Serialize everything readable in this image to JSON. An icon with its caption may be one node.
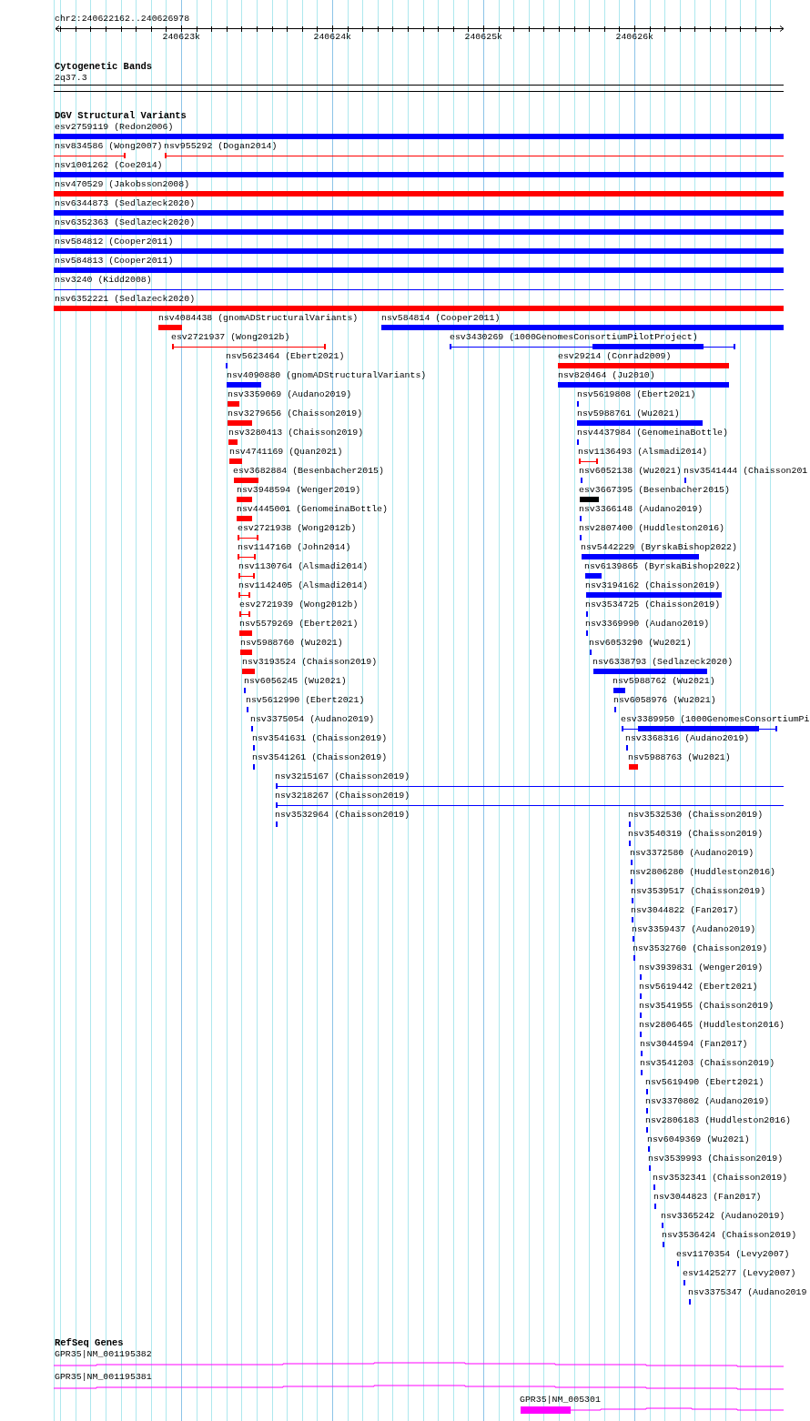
{
  "diagram": {
    "labels": [
      "chr2:240622162..240626978",
      "240623k",
      "240624k",
      "240625k",
      "240626k",
      "Cytogenetic Bands",
      "2q37.3",
      "DGV Structural Variants",
      "esv2759119 (Redon2006)",
      "nsv834586 (Wong2007)",
      "nsv955292 (Dogan2014)",
      "nsv1001262 (Coe2014)",
      "nsv470529 (Jakobsson2008)",
      "nsv6344873 (Sedlazeck2020)",
      "nsv6352363 (Sedlazeck2020)",
      "nsv584812 (Cooper2011)",
      "nsv584813 (Cooper2011)",
      "nsv3240 (Kidd2008)",
      "nsv6352221 (Sedlazeck2020)",
      "nsv4084438 (gnomADStructuralVariants)",
      "nsv584814 (Cooper2011)",
      "esv2721937 (Wong2012b)",
      "esv3430269 (1000GenomesConsortiumPilotProject)",
      "nsv5623464 (Ebert2021)",
      "esv29214 (Conrad2009)",
      "nsv4090880 (gnomADStructuralVariants)",
      "nsv820464 (Ju2010)",
      "nsv3359069 (Audano2019)",
      "nsv5619808 (Ebert2021)",
      "nsv3279656 (Chaisson2019)",
      "nsv5988761 (Wu2021)",
      "nsv3280413 (Chaisson2019)",
      "nsv4437984 (GenomeinaBottle)",
      "nsv4741169 (Quan2021)",
      "nsv1136493 (Alsmadi2014)",
      "esv3682884 (Besenbacher2015)",
      "nsv6052138 (Wu2021)",
      "nsv3541444 (Chaisson201",
      "nsv3948594 (Wenger2019)",
      "esv3667395 (Besenbacher2015)",
      "nsv4445001 (GenomeinaBottle)",
      "nsv3366148 (Audano2019)",
      "esv2721938 (Wong2012b)",
      "nsv2807400 (Huddleston2016)",
      "nsv1147160 (John2014)",
      "nsv5442229 (ByrskaBishop2022)",
      "nsv1130764 (Alsmadi2014)",
      "nsv6139865 (ByrskaBishop2022)",
      "nsv1142405 (Alsmadi2014)",
      "nsv3194162 (Chaisson2019)",
      "esv2721939 (Wong2012b)",
      "nsv3534725 (Chaisson2019)",
      "nsv5579269 (Ebert2021)",
      "nsv3369990 (Audano2019)",
      "nsv5988760 (Wu2021)",
      "nsv6053290 (Wu2021)",
      "nsv3193524 (Chaisson2019)",
      "nsv6338793 (Sedlazeck2020)",
      "nsv6056245 (Wu2021)",
      "nsv5988762 (Wu2021)",
      "nsv5612990 (Ebert2021)",
      "nsv6058976 (Wu2021)",
      "nsv3375054 (Audano2019)",
      "esv3389950 (1000GenomesConsortiumPi",
      "nsv3541631 (Chaisson2019)",
      "nsv3368316 (Audano2019)",
      "nsv3541261 (Chaisson2019)",
      "nsv5988763 (Wu2021)",
      "nsv3215167 (Chaisson2019)",
      "nsv3218267 (Chaisson2019)",
      "nsv3532964 (Chaisson2019)",
      "nsv3532530 (Chaisson2019)",
      "nsv3540319 (Chaisson2019)",
      "nsv3372580 (Audano2019)",
      "nsv2806280 (Huddleston2016)",
      "nsv3539517 (Chaisson2019)",
      "nsv3044822 (Fan2017)",
      "nsv3359437 (Audano2019)",
      "nsv3532760 (Chaisson2019)",
      "nsv3939831 (Wenger2019)",
      "nsv5619442 (Ebert2021)",
      "nsv3541955 (Chaisson2019)",
      "nsv2806465 (Huddleston2016)",
      "nsv3044594 (Fan2017)",
      "nsv3541203 (Chaisson2019)",
      "nsv5619490 (Ebert2021)",
      "nsv3370802 (Audano2019)",
      "nsv2806183 (Huddleston2016)",
      "nsv6049369 (Wu2021)",
      "nsv3539993 (Chaisson2019)",
      "nsv3532341 (Chaisson2019)",
      "nsv3044823 (Fan2017)",
      "nsv3365242 (Audano2019)",
      "nsv3536424 (Chaisson2019)",
      "esv1170354 (Levy2007)",
      "esv1425277 (Levy2007)",
      "nsv3375347 (Audano2019",
      "RefSeq Genes",
      "GPR35|NM_001195382",
      "GPR35|NM_001195381",
      "GPR35|NM_005301"
    ]
  }
}
